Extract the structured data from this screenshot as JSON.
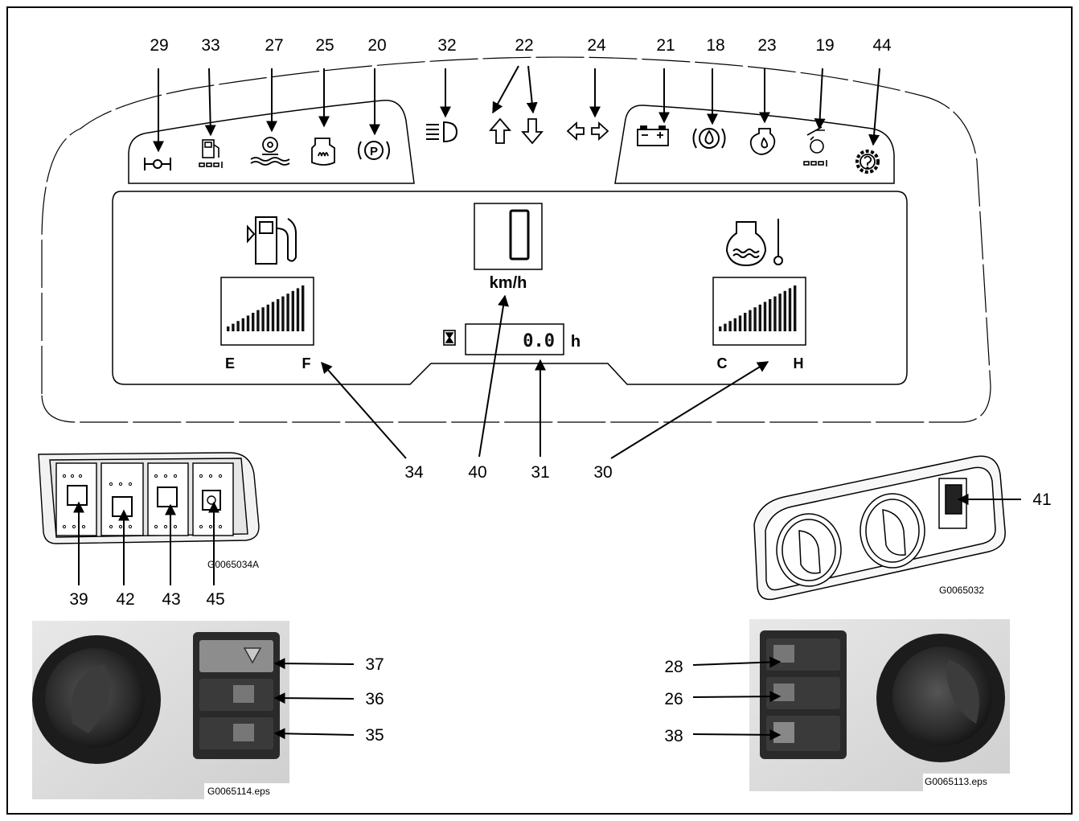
{
  "callouts": {
    "n29": "29",
    "n33": "33",
    "n27": "27",
    "n25": "25",
    "n20": "20",
    "n32": "32",
    "n22": "22",
    "n24": "24",
    "n21": "21",
    "n18": "18",
    "n23": "23",
    "n19": "19",
    "n44": "44",
    "n34": "34",
    "n40": "40",
    "n31": "31",
    "n30": "30",
    "n41": "41",
    "n39": "39",
    "n42": "42",
    "n43": "43",
    "n45": "45",
    "n37": "37",
    "n36": "36",
    "n35": "35",
    "n28": "28",
    "n26": "26",
    "n38": "38"
  },
  "display": {
    "speed_value": "0",
    "speed_unit": "km/h",
    "hours_value": "0.0",
    "hours_unit": "h",
    "fuel_empty": "E",
    "fuel_full": "F",
    "temp_cold": "C",
    "temp_hot": "H"
  },
  "figure_ids": {
    "rocker_panel": "G0065034A",
    "knob_panel": "G0065032",
    "left_photo": "G0065114.eps",
    "right_photo": "G0065113.eps"
  }
}
